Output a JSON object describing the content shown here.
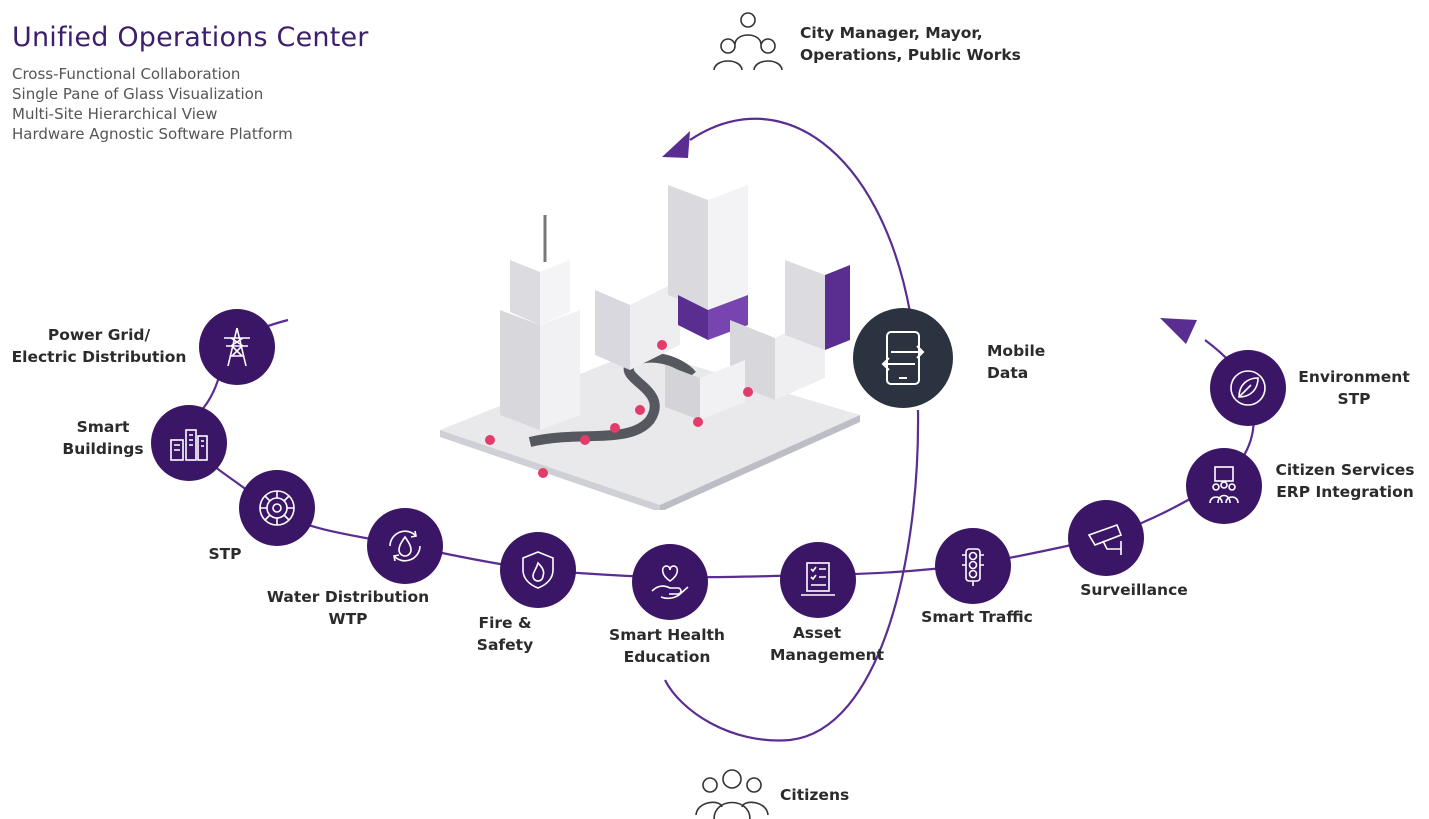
{
  "header": {
    "title": "Unified Operations Center",
    "features": [
      "Cross-Functional Collaboration",
      "Single Pane of Glass Visualization",
      "Multi-Site Hierarchical View",
      "Hardware Agnostic Software Platform"
    ]
  },
  "stakeholders": {
    "officials": [
      "City Manager, Mayor,",
      "Operations, Public Works"
    ],
    "citizens": "Citizens"
  },
  "mobile": {
    "line1": "Mobile",
    "line2": "Data"
  },
  "nodes": [
    {
      "id": "power",
      "lines": [
        "Power Grid/",
        "Electric Distribution"
      ],
      "icon": "power-tower-icon"
    },
    {
      "id": "buildings",
      "lines": [
        "Smart",
        "Buildings"
      ],
      "icon": "buildings-icon"
    },
    {
      "id": "stp",
      "lines": [
        "STP"
      ],
      "icon": "filter-wheel-icon"
    },
    {
      "id": "water",
      "lines": [
        "Water Distribution",
        "WTP"
      ],
      "icon": "water-drop-cycle-icon"
    },
    {
      "id": "fire",
      "lines": [
        "Fire &",
        "Safety"
      ],
      "icon": "fire-shield-icon"
    },
    {
      "id": "health",
      "lines": [
        "Smart Health",
        "Education"
      ],
      "icon": "hand-heart-icon"
    },
    {
      "id": "asset",
      "lines": [
        "Asset",
        "Management"
      ],
      "icon": "checklist-laptop-icon"
    },
    {
      "id": "traffic",
      "lines": [
        "Smart Traffic"
      ],
      "icon": "traffic-light-icon"
    },
    {
      "id": "surveillance",
      "lines": [
        "Surveillance"
      ],
      "icon": "cctv-camera-icon"
    },
    {
      "id": "citizen_services",
      "lines": [
        "Citizen Services",
        "ERP Integration"
      ],
      "icon": "community-icon"
    },
    {
      "id": "environment",
      "lines": [
        "Environment",
        "STP"
      ],
      "icon": "leaf-icon"
    }
  ],
  "colors": {
    "purple": "#3b1666",
    "accent": "#5a2d91",
    "mobile": "#2b3340"
  }
}
